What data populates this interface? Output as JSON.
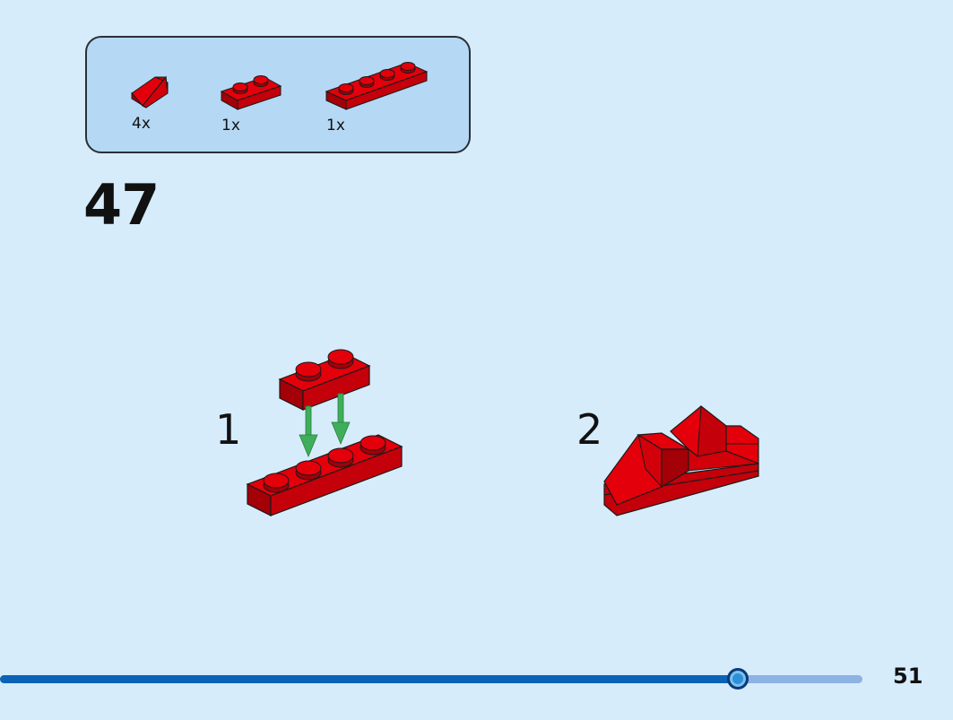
{
  "parts": [
    {
      "name": "slope-brick-red",
      "qty": "4x"
    },
    {
      "name": "plate-1x2-red",
      "qty": "1x"
    },
    {
      "name": "plate-1x4-red",
      "qty": "1x"
    }
  ],
  "step": {
    "number": "47",
    "substeps": [
      {
        "label": "1"
      },
      {
        "label": "2"
      }
    ]
  },
  "colors": {
    "brick_red": "#e3000b",
    "brick_dark": "#a30008",
    "arrow_green": "#3fae5a",
    "progress_fill": "#0b63b5",
    "progress_track": "#8db3e2"
  },
  "progress": {
    "fraction": 0.855
  },
  "page_number": "51"
}
